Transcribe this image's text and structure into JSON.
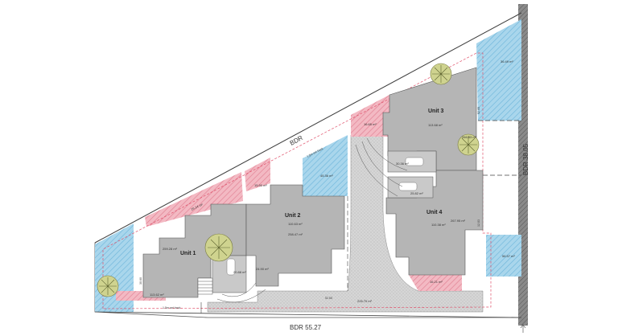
{
  "plan": {
    "boundary_labels": {
      "north_west": "BDR",
      "east": "BDR 38.05",
      "south": "BDR 55.27"
    },
    "units": [
      {
        "label": "Unit 1",
        "areas": [
          "259.28 m²",
          "113.62 m²"
        ]
      },
      {
        "label": "Unit 2",
        "areas": [
          "110.63 m²",
          "258.47 m²"
        ]
      },
      {
        "label": "Unit 3",
        "areas": [
          "113.68 m²",
          "266.83 m²"
        ]
      },
      {
        "label": "Unit 4",
        "areas": [
          "267.95 m²",
          "110.38 m²"
        ]
      }
    ],
    "misc_areas": {
      "common": "226.70 m²",
      "open_a": "16.14 m²",
      "open_b": "15.90 m²",
      "open_c": "45.36 m²",
      "open_d": "16.65 m²",
      "open_e": "36.49 m²",
      "open_f": "56.57 m²",
      "open_g": "16.21 m²",
      "garage_1": "20.88 m²",
      "garage_2": "24.90 m²",
      "garage_3": "30.36 m²",
      "garage_4": "25.82 m²"
    },
    "notes": {
      "setback_1": "1.5m set back",
      "setback_2": "1.5m set back",
      "dim_1": "30.60",
      "dim_2": "52.65",
      "dim_3": "52.65",
      "dim_4": "12.83"
    },
    "colors": {
      "building": "#b5b5b5",
      "driveway": "#d6d6d6",
      "blue_open_space": "#a9d6ec",
      "pink_open_space": "#f3b9c3",
      "boundary": "#444444",
      "dashed": "#e0506a",
      "tree": "#9aa35a"
    }
  }
}
